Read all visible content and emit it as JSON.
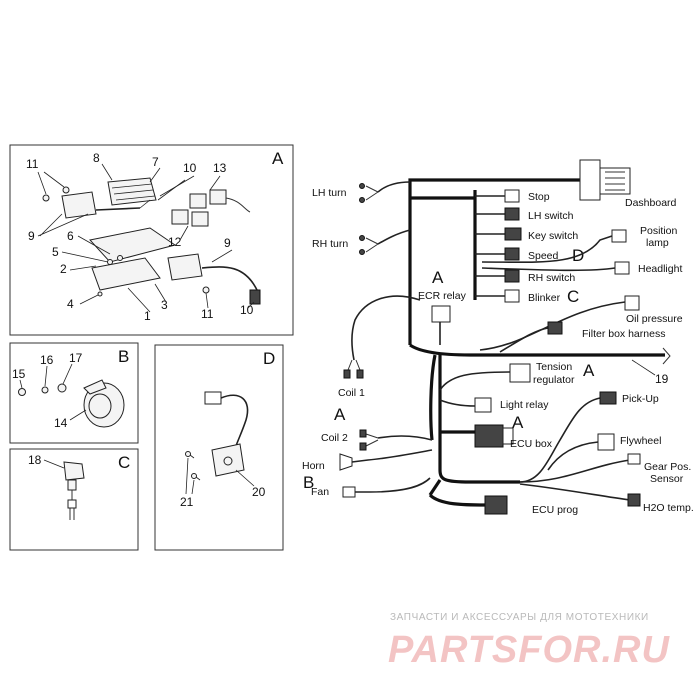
{
  "panels": {
    "a": {
      "letter": "A",
      "callouts": [
        "11",
        "8",
        "7",
        "10",
        "13",
        "9",
        "6",
        "5",
        "2",
        "4",
        "12",
        "9",
        "3",
        "1",
        "11",
        "10"
      ]
    },
    "b": {
      "letter": "B",
      "callouts": [
        "15",
        "16",
        "17",
        "14"
      ]
    },
    "c": {
      "letter": "C",
      "callouts": [
        "18"
      ]
    },
    "d": {
      "letter": "D",
      "callouts": [
        "21",
        "20"
      ]
    }
  },
  "wiring": {
    "labels": {
      "lh_turn": "LH turn",
      "rh_turn": "RH turn",
      "stop": "Stop",
      "lh_switch": "LH switch",
      "key_switch": "Key switch",
      "speed": "Speed",
      "rh_switch": "RH switch",
      "blinker": "Blinker",
      "dashboard": "Dashboard",
      "position_lamp_1": "Position",
      "position_lamp_2": "lamp",
      "headlight": "Headlight",
      "oil_pressure": "Oil pressure",
      "filter_box_harness": "Filter box harness",
      "ecr_relay": "ECR relay",
      "coil_1": "Coil 1",
      "coil_2": "Coil 2",
      "horn": "Horn",
      "fan": "Fan",
      "tension_regulator_1": "Tension",
      "tension_regulator_2": "regulator",
      "light_relay": "Light relay",
      "ecu_box": "ECU box",
      "ecu_prog": "ECU prog",
      "pick_up": "Pick-Up",
      "flywheel": "Flywheel",
      "gear_pos_1": "Gear Pos.",
      "gear_pos_2": "Sensor",
      "h2o_temp": "H2O temp.",
      "harness_number": "19"
    },
    "letters": {
      "speed_d": "D",
      "blinker_c": "C",
      "ecr_relay_a": "A",
      "coil2_a": "A",
      "horn_b": "B",
      "regulator_a": "A",
      "ecu_box_a": "A"
    }
  },
  "watermark": {
    "tagline": "ЗАПЧАСТИ И АКСЕССУАРЫ ДЛЯ МОТОТЕХНИКИ",
    "logo": "PARTSFOR.RU"
  }
}
